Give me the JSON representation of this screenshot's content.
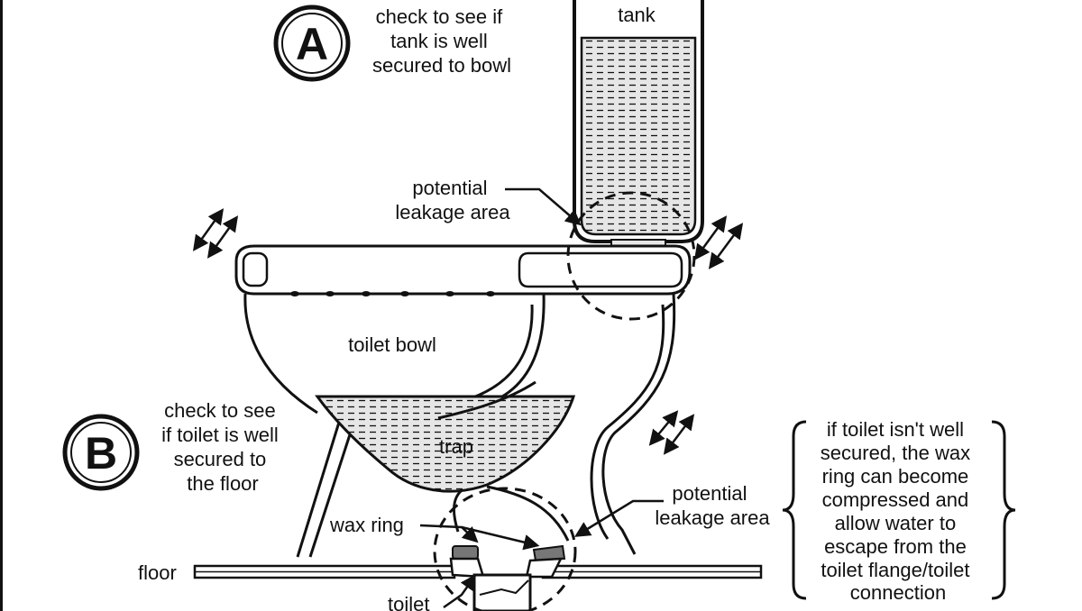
{
  "labels": {
    "tank": "tank",
    "toilet_bowl": "toilet bowl",
    "trap": "trap",
    "wax_ring": "wax ring",
    "floor": "floor",
    "toilet_flange_partial": "toilet"
  },
  "badge_a": {
    "letter": "A",
    "lines": [
      "check to see if",
      "tank is well",
      "secured to bowl"
    ]
  },
  "badge_b": {
    "letter": "B",
    "lines": [
      "check to see",
      "if toilet is well",
      "secured to",
      "the floor"
    ]
  },
  "leak_top": {
    "lines": [
      "potential",
      "leakage area"
    ]
  },
  "leak_bottom": {
    "lines": [
      "potential",
      "leakage area"
    ]
  },
  "note": {
    "lines": [
      "if toilet isn't well",
      "secured, the wax",
      "ring can become",
      "compressed and",
      "allow water to",
      "escape from the",
      "toilet flange/toilet",
      "connection"
    ]
  },
  "colors": {
    "ink": "#111111",
    "water_fill": "#e6e6e6",
    "wax": "#777777"
  }
}
